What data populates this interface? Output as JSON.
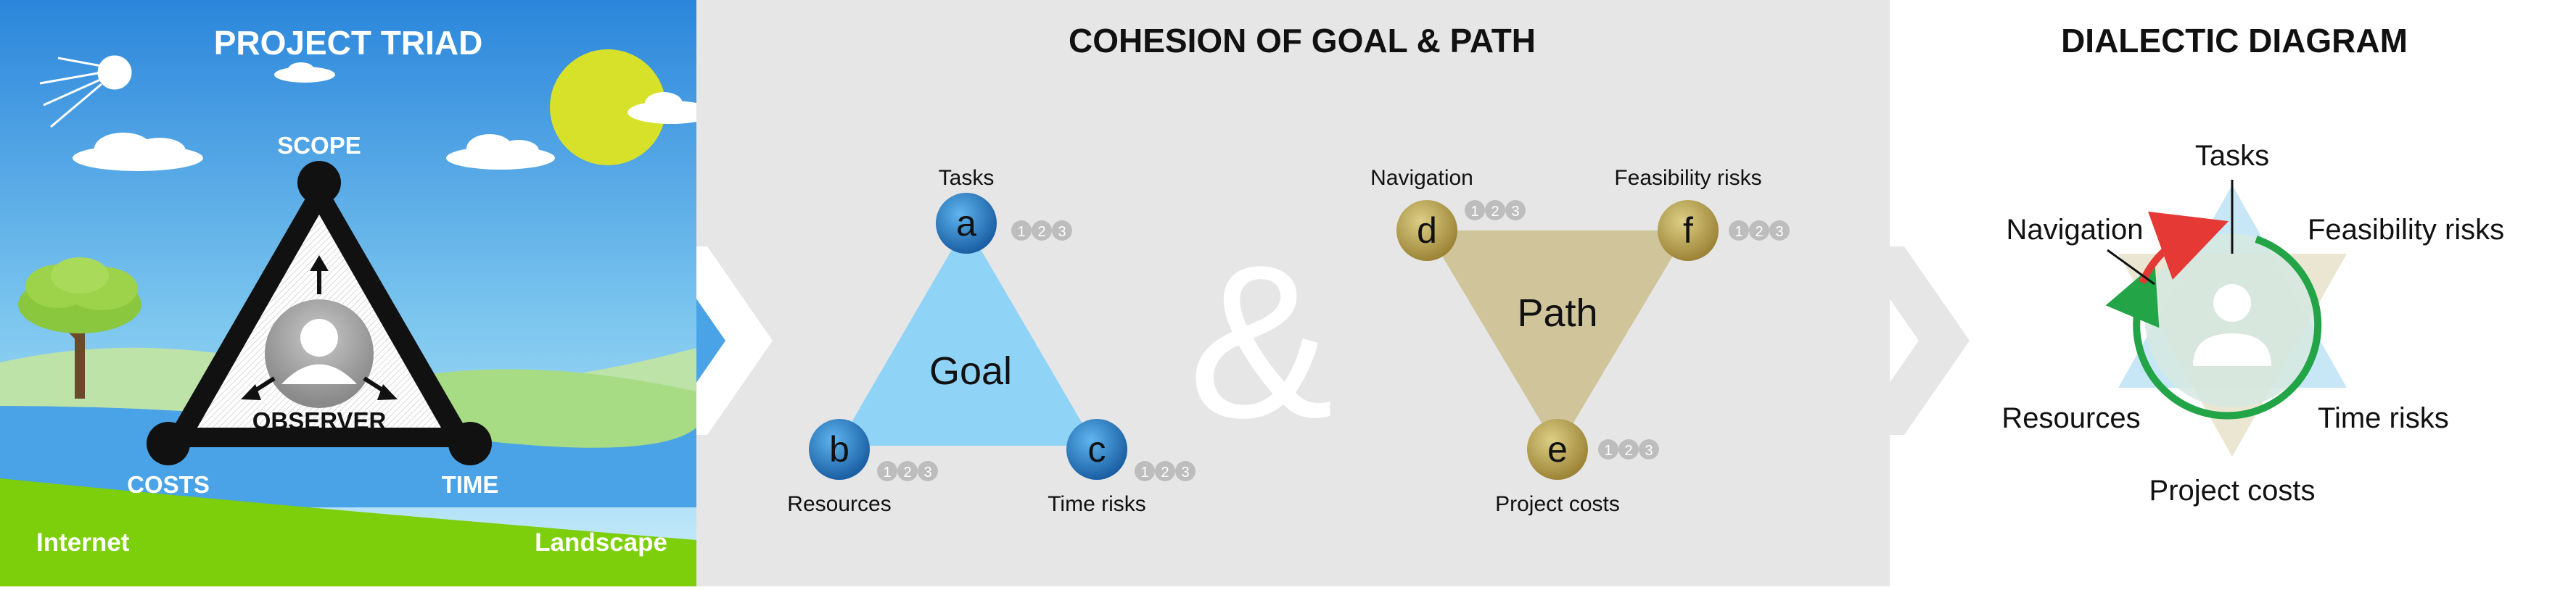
{
  "colors": {
    "sky_top": "#2f8fdf",
    "sky_bottom": "#bfe6f7",
    "grass": "#7ccf0a",
    "water": "#4aa3e6",
    "sun": "#d8e12a",
    "panel_gray": "#e6e6e6",
    "goal_blue": "#8fd3f7",
    "node_blue": "#1f78c1",
    "path_tan": "#cfc49a",
    "node_tan": "#b39b45",
    "arrow_red": "#e53935",
    "arrow_green": "#22a447"
  },
  "panel1": {
    "title": "PROJECT TRIAD",
    "scope": "SCOPE",
    "costs": "COSTS",
    "time": "TIME",
    "observer": "OBSERVER",
    "internet": "Internet",
    "landscape": "Landscape"
  },
  "panel2": {
    "title": "COHESION OF GOAL & PATH",
    "ampersand": "&",
    "goal": {
      "label": "Goal",
      "nodes": [
        {
          "letter": "a",
          "caption": "Tasks",
          "counter": [
            "1",
            "2",
            "3"
          ]
        },
        {
          "letter": "b",
          "caption": "Resources",
          "counter": [
            "1",
            "2",
            "3"
          ]
        },
        {
          "letter": "c",
          "caption": "Time risks",
          "counter": [
            "1",
            "2",
            "3"
          ]
        }
      ]
    },
    "path": {
      "label": "Path",
      "nodes": [
        {
          "letter": "d",
          "caption": "Navigation",
          "counter": [
            "1",
            "2",
            "3"
          ]
        },
        {
          "letter": "f",
          "caption": "Feasibility risks",
          "counter": [
            "1",
            "2",
            "3"
          ]
        },
        {
          "letter": "e",
          "caption": "Project costs",
          "counter": [
            "1",
            "2",
            "3"
          ]
        }
      ]
    }
  },
  "panel3": {
    "title": "DIALECTIC DIAGRAM",
    "labels": {
      "tasks": "Tasks",
      "navigation": "Navigation",
      "feasibility": "Feasibility risks",
      "resources": "Resources",
      "time_risks": "Time risks",
      "project_costs": "Project costs"
    }
  }
}
